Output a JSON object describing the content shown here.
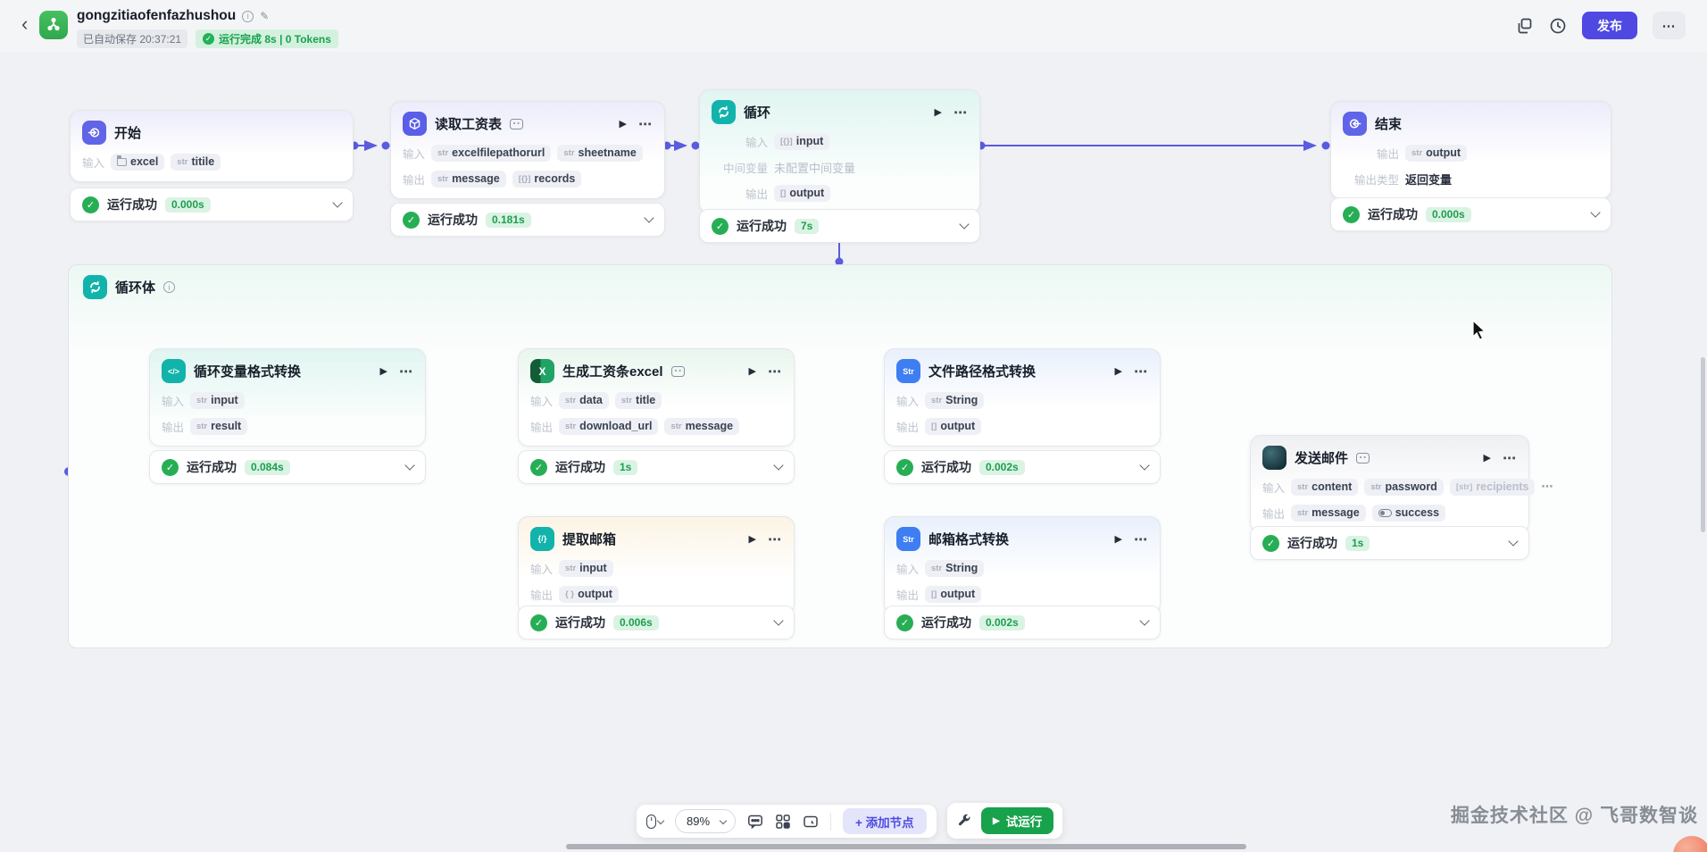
{
  "topbar": {
    "title": "gongzitiaofenfazhushou",
    "autosave": "已自动保存 20:37:21",
    "run_status": "运行完成 8s | 0 Tokens",
    "publish": "发布"
  },
  "labels": {
    "input": "输入",
    "output": "输出",
    "mid": "中间变量",
    "otype": "输出类型",
    "ok": "运行成功",
    "loop_body": "循环体"
  },
  "types": {
    "str": "str",
    "arr": "[]",
    "arrobj": "[{}]",
    "arrstr": "[str]",
    "obj": "{ }"
  },
  "icons": {
    "play": "▶",
    "more": "⋯",
    "back": "‹",
    "check": "✓",
    "info": "i",
    "pencil": "✎",
    "excel_x": "X",
    "str_label": "Str",
    "code": "</>",
    "braces": "{/}"
  },
  "nodes": {
    "n0": {
      "title": "开始",
      "in": [
        "excel",
        "titile"
      ],
      "time": "0.000s"
    },
    "n1": {
      "title": "读取工资表",
      "in": [
        "excelfilepathorurl",
        "sheetname"
      ],
      "out": [
        "message",
        "records"
      ],
      "time": "0.181s"
    },
    "n2": {
      "title": "循环",
      "in": [
        "input"
      ],
      "mid_empty": "未配置中间变量",
      "out": [
        "output"
      ],
      "time": "7s"
    },
    "n3": {
      "title": "结束",
      "out": [
        "output"
      ],
      "out_type": "返回变量",
      "time": "0.000s"
    },
    "n4": {
      "title": "循环变量格式转换",
      "in": [
        "input"
      ],
      "out": [
        "result"
      ],
      "time": "0.084s"
    },
    "n5": {
      "title": "生成工资条excel",
      "in": [
        "data",
        "title"
      ],
      "out": [
        "download_url",
        "message"
      ],
      "time": "1s"
    },
    "n6": {
      "title": "文件路径格式转换",
      "in": [
        "String"
      ],
      "out": [
        "output"
      ],
      "time": "0.002s"
    },
    "n7": {
      "title": "提取邮箱",
      "in": [
        "input"
      ],
      "out": [
        "output"
      ],
      "time": "0.006s"
    },
    "n8": {
      "title": "邮箱格式转换",
      "in": [
        "String"
      ],
      "out": [
        "output"
      ],
      "time": "0.002s"
    },
    "n9": {
      "title": "发送邮件",
      "in": [
        "content",
        "password",
        "recipients"
      ],
      "out": [
        "message",
        "success"
      ],
      "time": "1s"
    }
  },
  "toolbar": {
    "zoom": "89%",
    "add_node": "+ 添加节点",
    "test_run": "试运行"
  },
  "watermark": "掘金技术社区 @ 飞哥数智谈",
  "colors": {
    "accent": "#4f48e2",
    "edge": "#5a5be0",
    "success": "#27ae55",
    "teal": "#12b3ab",
    "excel": "#1f9e57"
  }
}
